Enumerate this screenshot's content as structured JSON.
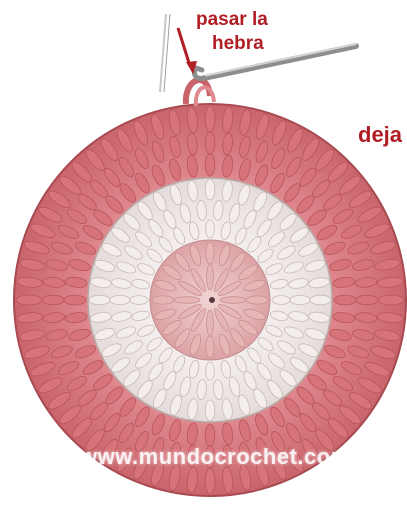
{
  "labels": {
    "pass_yarn_line1": "pasar la",
    "pass_yarn_line2": "hebra",
    "leave_partial": "deja"
  },
  "watermark": "www.mundocrochet.com",
  "colors": {
    "label_red": "#b01e24",
    "outer_ring": "#d6747a",
    "outer_ring_dark": "#b8555c",
    "middle_ring": "#f3eeec",
    "middle_ring_shade": "#c9b9b6",
    "center": "#e6b6b6",
    "center_dark": "#c98f92",
    "hook": "#a8a8a8",
    "watermark": "#ffffff"
  },
  "icons": {
    "hook": "crochet-hook-icon",
    "arrow": "arrow-icon"
  }
}
